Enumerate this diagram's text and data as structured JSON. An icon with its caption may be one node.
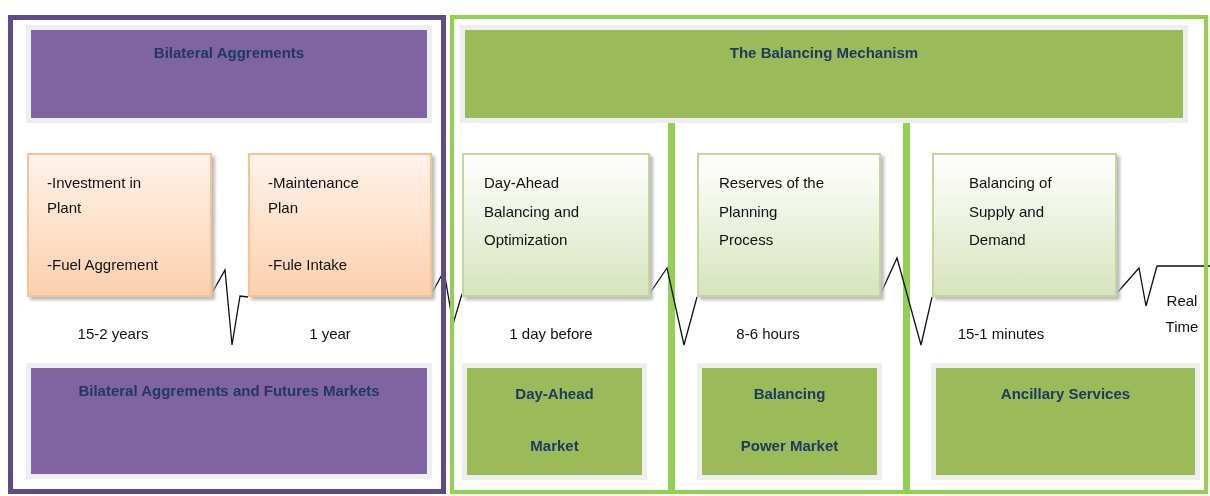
{
  "diagram": {
    "nodes": [
      {
        "text": [],
        "shape": "box"
      },
      {
        "text": [
          "Bilateral Aggrements"
        ],
        "in": 0
      },
      {
        "text": [
          "-Investment in Plant",
          "-Fuel Aggrement"
        ],
        "in": 0
      },
      {
        "text": [
          "-Maintenance Plan",
          "-Fule Intake"
        ],
        "in": 0
      },
      {
        "text": [
          "Bilateral Aggrements and Futures Markets"
        ],
        "in": 0
      },
      {
        "text": [],
        "shape": "box"
      },
      {
        "text": [
          "The Balancing Mechanism"
        ],
        "in": 5
      },
      {
        "text": [
          "Day-Ahead Balancing and Optimization"
        ],
        "in": 5
      },
      {
        "text": [
          "Reserves of the Planning Process"
        ],
        "in": 5
      },
      {
        "text": [
          "Balancing of Supply and Demand"
        ],
        "in": 5
      },
      {
        "text": [
          "Day-Ahead Market"
        ],
        "in": 5
      },
      {
        "text": [
          "Balancing Power Market"
        ],
        "in": 5
      },
      {
        "text": [
          "Ancillary Services"
        ],
        "in": 5
      }
    ],
    "edges": [
      {
        "from": 2,
        "to": 3,
        "arrow": "none"
      },
      {
        "from": 3,
        "to": 7,
        "arrow": "none"
      },
      {
        "from": 7,
        "to": 8,
        "arrow": "none"
      },
      {
        "from": 8,
        "to": 9,
        "arrow": "none"
      },
      {
        "from": 9,
        "to": null,
        "arrow": "none"
      }
    ],
    "labels": [
      "15-2 years",
      "1 year",
      "1 day before",
      "8-6 hours",
      "15-1 minutes",
      "Real Time"
    ]
  }
}
